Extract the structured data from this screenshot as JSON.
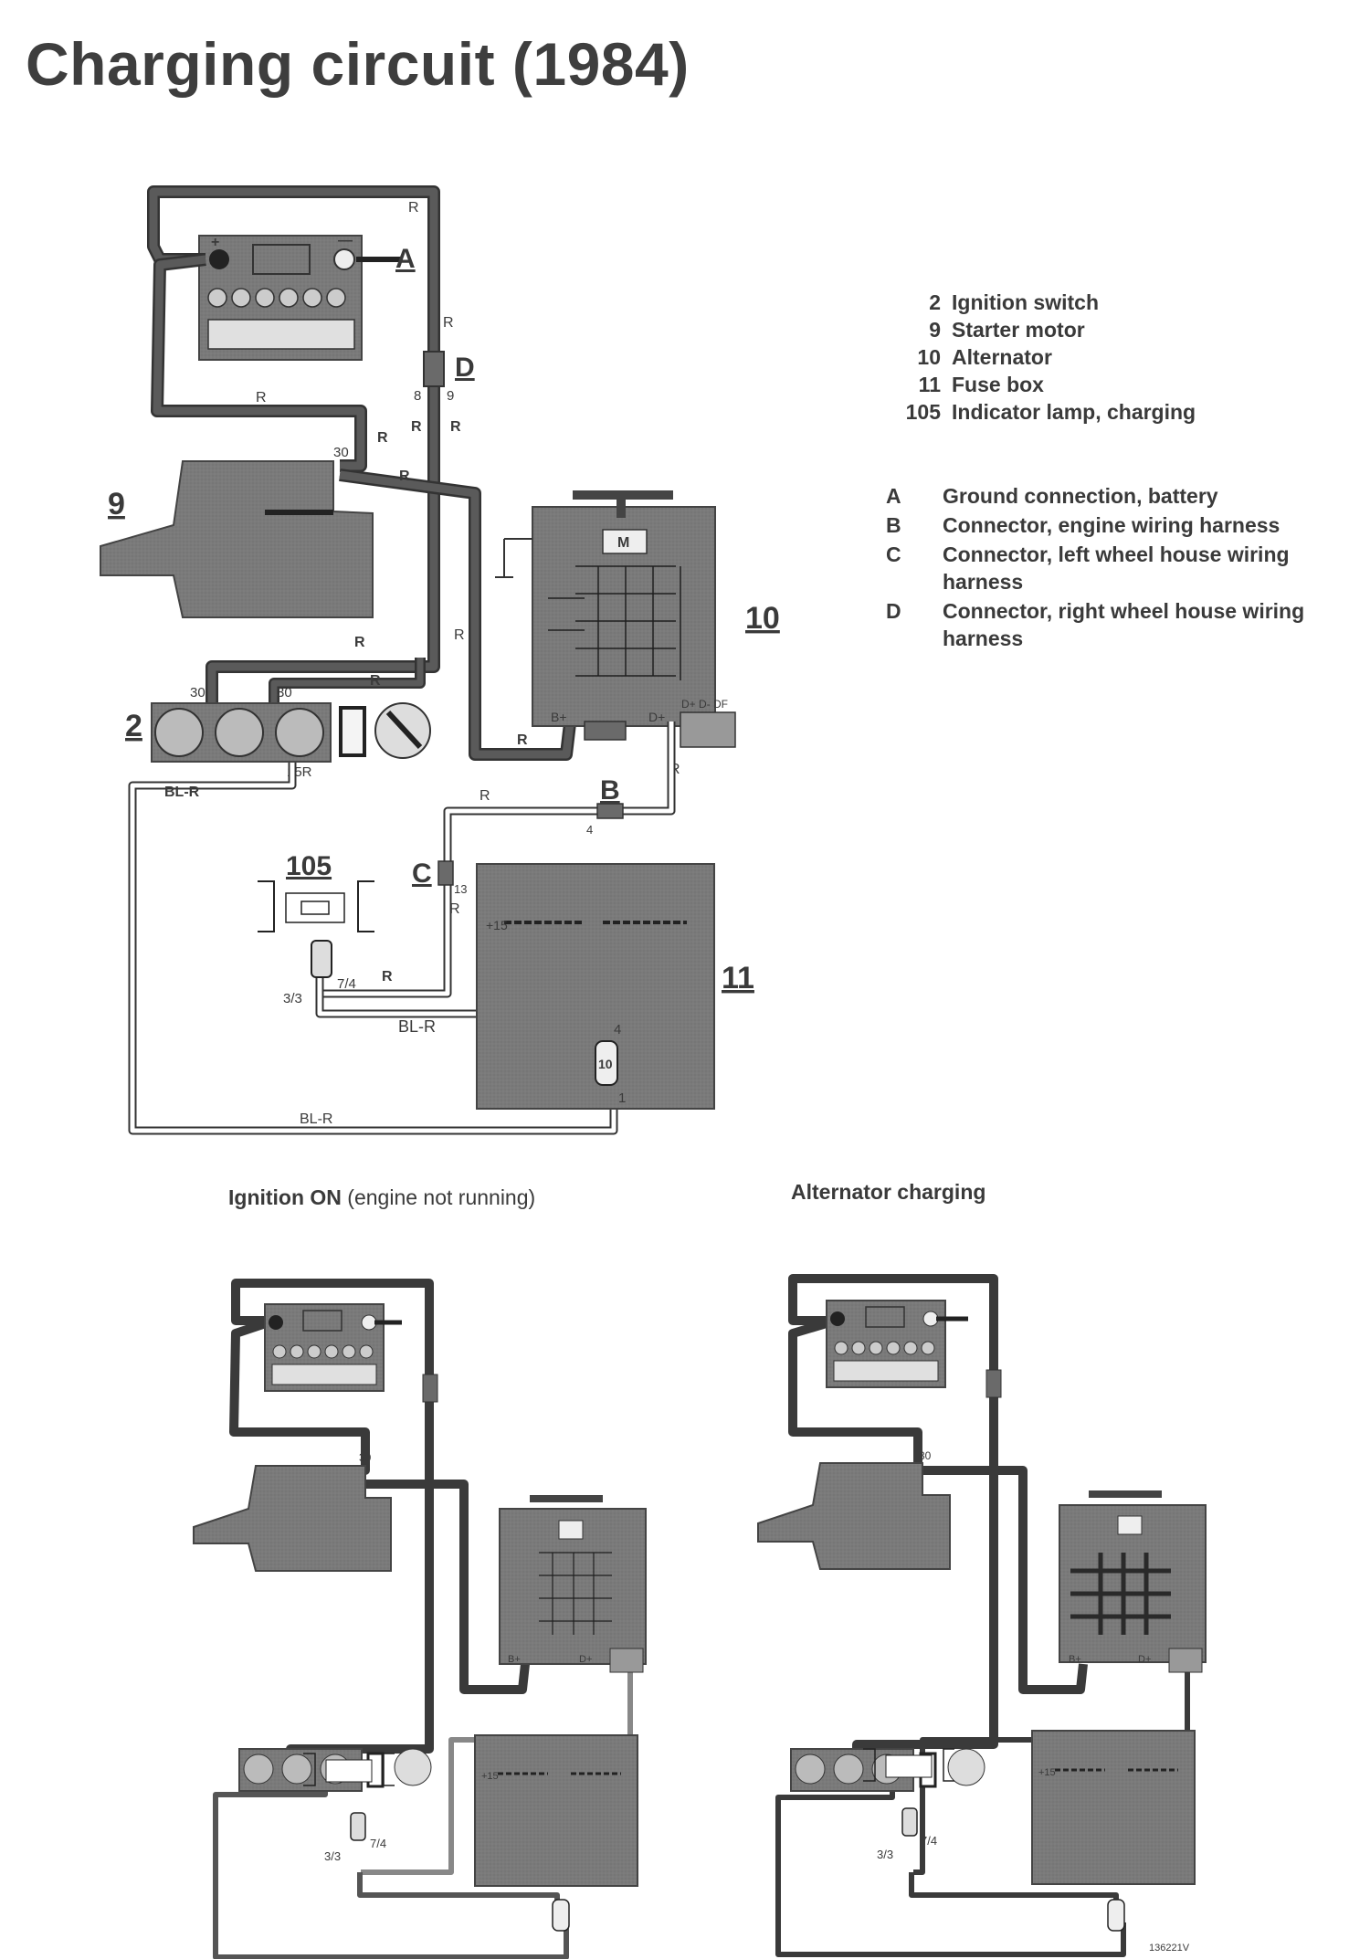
{
  "title": "Charging circuit (1984)",
  "components": [
    {
      "id": "2",
      "label": "Ignition switch"
    },
    {
      "id": "9",
      "label": "Starter motor"
    },
    {
      "id": "10",
      "label": "Alternator"
    },
    {
      "id": "11",
      "label": "Fuse box"
    },
    {
      "id": "105",
      "label": "Indicator lamp, charging"
    }
  ],
  "connectors": [
    {
      "id": "A",
      "label": "Ground connection, battery"
    },
    {
      "id": "B",
      "label": "Connector, engine wiring harness"
    },
    {
      "id": "C",
      "label": "Connector, left wheel house wiring harness"
    },
    {
      "id": "D",
      "label": "Connector, right wheel house wiring harness"
    }
  ],
  "diagram_labels": {
    "A": "A",
    "B": "B",
    "C": "C",
    "D": "D",
    "n2": "2",
    "n9": "9",
    "n10": "10",
    "n11": "11",
    "n105": "105",
    "wire_R": "R",
    "wire_BLR": "BL-R",
    "wire_BLR2": "BL-R",
    "t30": "30",
    "t15R": "15R",
    "t8": "8",
    "t9": "9",
    "t4": "4",
    "t13": "13",
    "t1": "1",
    "t33": "3/3",
    "t74": "7/4",
    "plus15": "+15",
    "bplus": "B+",
    "dplus": "D+",
    "dminus": "D+ D- DF",
    "M": "M",
    "fuse10": "10",
    "plus": "+",
    "minus": "—"
  },
  "captions": {
    "ignition_on_bold": "Ignition ON",
    "ignition_on_rest": " (engine not running)",
    "alternator_charging": "Alternator charging"
  },
  "footer_code": "136221V"
}
